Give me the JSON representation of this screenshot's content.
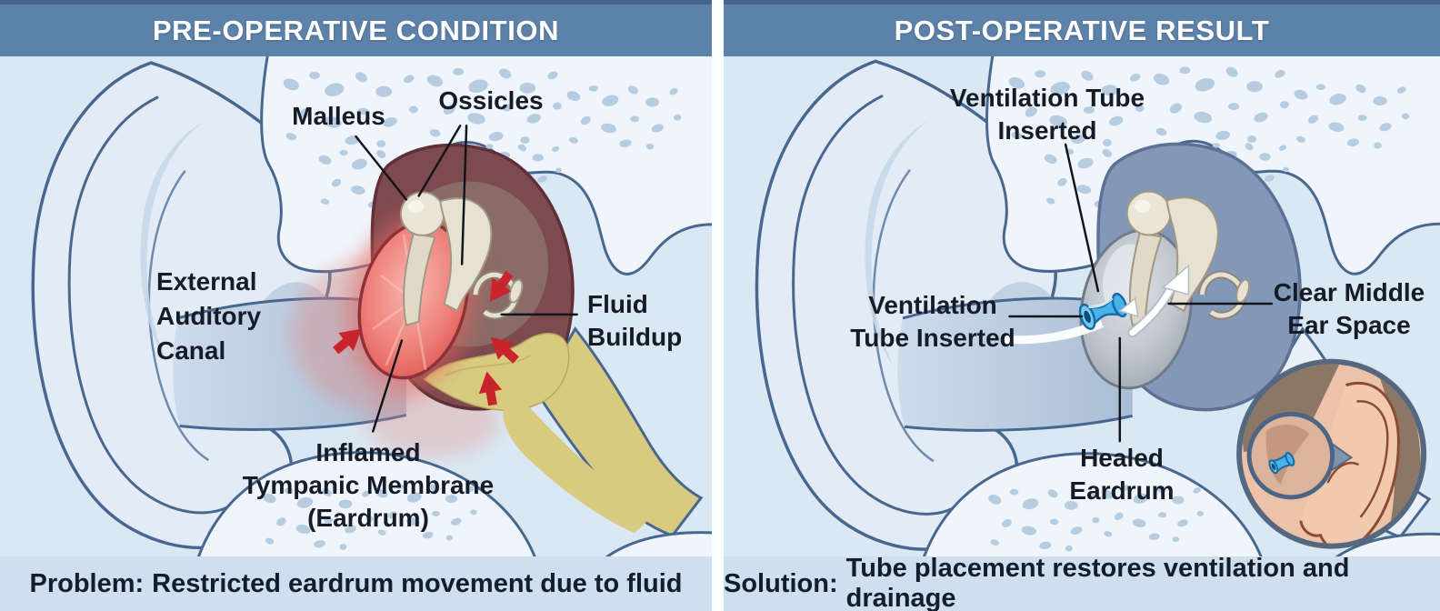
{
  "left_panel": {
    "header": "PRE-OPERATIVE CONDITION",
    "caption": {
      "prefix": "Problem:",
      "rest": "Restricted eardrum movement due to fluid"
    },
    "labels": {
      "malleus": "Malleus",
      "ossicles": "Ossicles",
      "external_auditory_canal": "External\nAuditory\nCanal",
      "fluid_buildup": "Fluid\nBuildup",
      "inflamed_tympanic_membrane": "Inflamed\nTympanic Membrane\n(Eardrum)"
    },
    "annotations": {
      "red_arrows": "4 red arrows indicating fluid pressure on eardrum and middle ear"
    }
  },
  "right_panel": {
    "header": "POST-OPERATIVE RESULT",
    "caption": {
      "prefix": "Solution:",
      "rest": "Tube placement restores ventilation and drainage"
    },
    "labels": {
      "ventilation_tube_top": "Ventilation Tube\nInserted",
      "ventilation_tube_left": "Ventilation\nTube Inserted",
      "clear_middle_ear": "Clear Middle\nEar Space",
      "healed_eardrum": "Healed\nEardrum"
    },
    "annotations": {
      "white_arrows": "white arrows indicating restored airflow through ventilation tube",
      "inset": "circular inset of outer ear with magnified view of tube in ear canal"
    }
  },
  "colors": {
    "header_bg": "#5d82a9",
    "panel_bg": "#dae8f3",
    "caption_bg": "#cfdfee",
    "bone_outline": "#47678f",
    "inflamed_eardrum": "#e05a55",
    "fluid": "#d8cb80",
    "red_arrow": "#c9232b",
    "middle_ear_clear": "#8398b8",
    "healed_eardrum": "#aab2bc",
    "ventilation_tube": "#49b2e8"
  }
}
